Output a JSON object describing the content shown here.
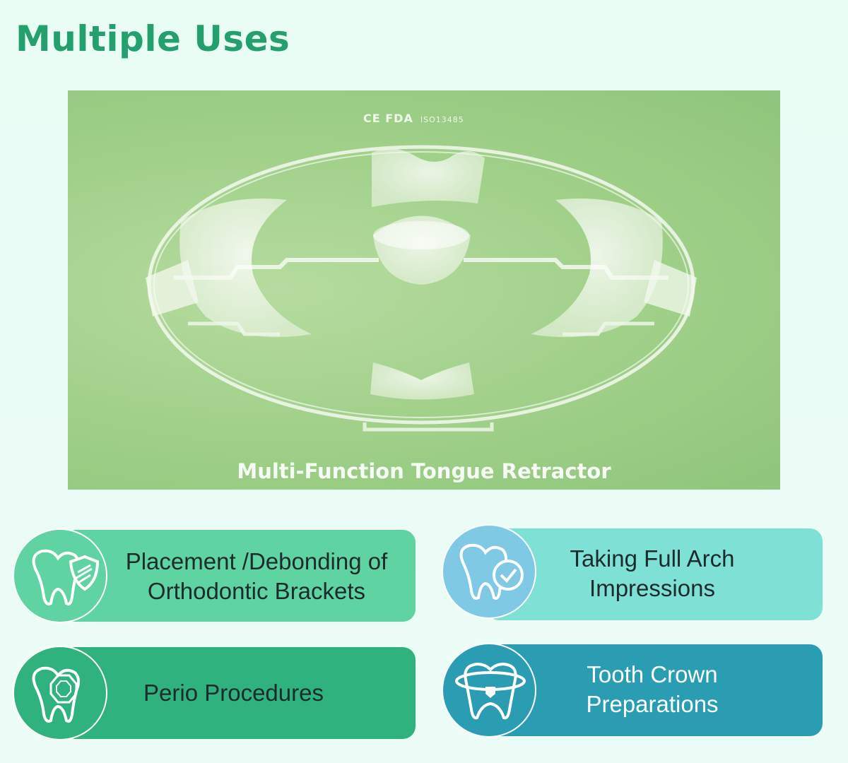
{
  "header": {
    "title": "Multiple Uses"
  },
  "product_image": {
    "certifications": "CE  FDA",
    "iso": "ISO13485",
    "caption": "Multi-Function Tongue Retractor",
    "background_color": "#a5d38e"
  },
  "uses": [
    {
      "line1": "Placement /Debonding of",
      "line2": "Orthodontic Brackets",
      "icon": "tooth-shield-icon",
      "color": "#5fd3a2"
    },
    {
      "line1": "Taking Full Arch",
      "line2": "Impressions",
      "icon": "tooth-check-icon",
      "color": "#7fe0d6"
    },
    {
      "line1": "Perio Procedures",
      "line2": "",
      "icon": "tooth-gem-icon",
      "color": "#30b27f"
    },
    {
      "line1": "Tooth Crown",
      "line2": "Preparations",
      "icon": "tooth-crown-icon",
      "color": "#2a9db2"
    }
  ]
}
